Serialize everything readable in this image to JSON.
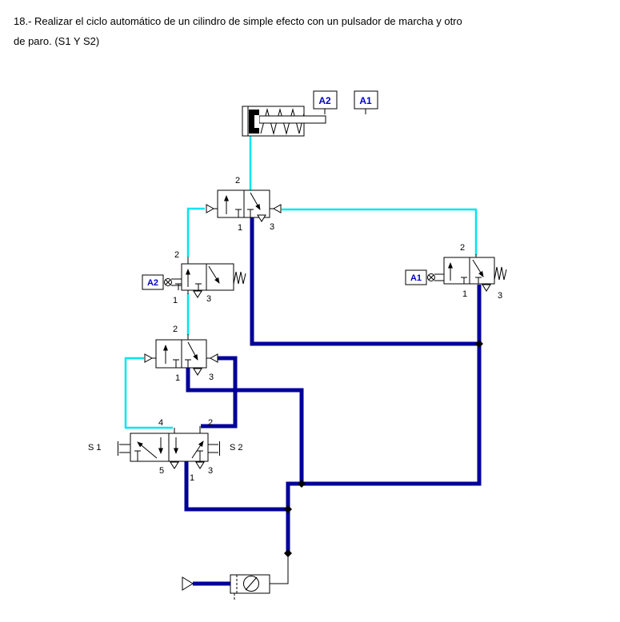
{
  "title": {
    "line1": "18.- Realizar el ciclo automático de un cilindro de simple efecto con un pulsador de marcha y otro",
    "line2": "de paro. (S1 Y S2)"
  },
  "colors": {
    "signal_line": "#00e6ee",
    "pressure_line": "#000099",
    "component_line": "#000000",
    "tag_text": "#0000cc",
    "background": "#ffffff"
  },
  "tags": {
    "cyl_pos_a2": "A2",
    "cyl_pos_a1": "A1",
    "valve_a2": "A2",
    "valve_a1": "A1",
    "s1": "S 1",
    "s2": "S 2"
  },
  "valves": {
    "top_pilot": {
      "p2": "2",
      "p1": "1",
      "p3": "3"
    },
    "a2_limit": {
      "p2": "2",
      "p1": "1",
      "p3": "3"
    },
    "a1_limit": {
      "p2": "2",
      "p1": "1",
      "p3": "3"
    },
    "mid_pilot": {
      "p2": "2",
      "p1": "1",
      "p3": "3"
    },
    "main_52": {
      "p4": "4",
      "p2": "2",
      "p5": "5",
      "p1": "1",
      "p3": "3"
    }
  }
}
